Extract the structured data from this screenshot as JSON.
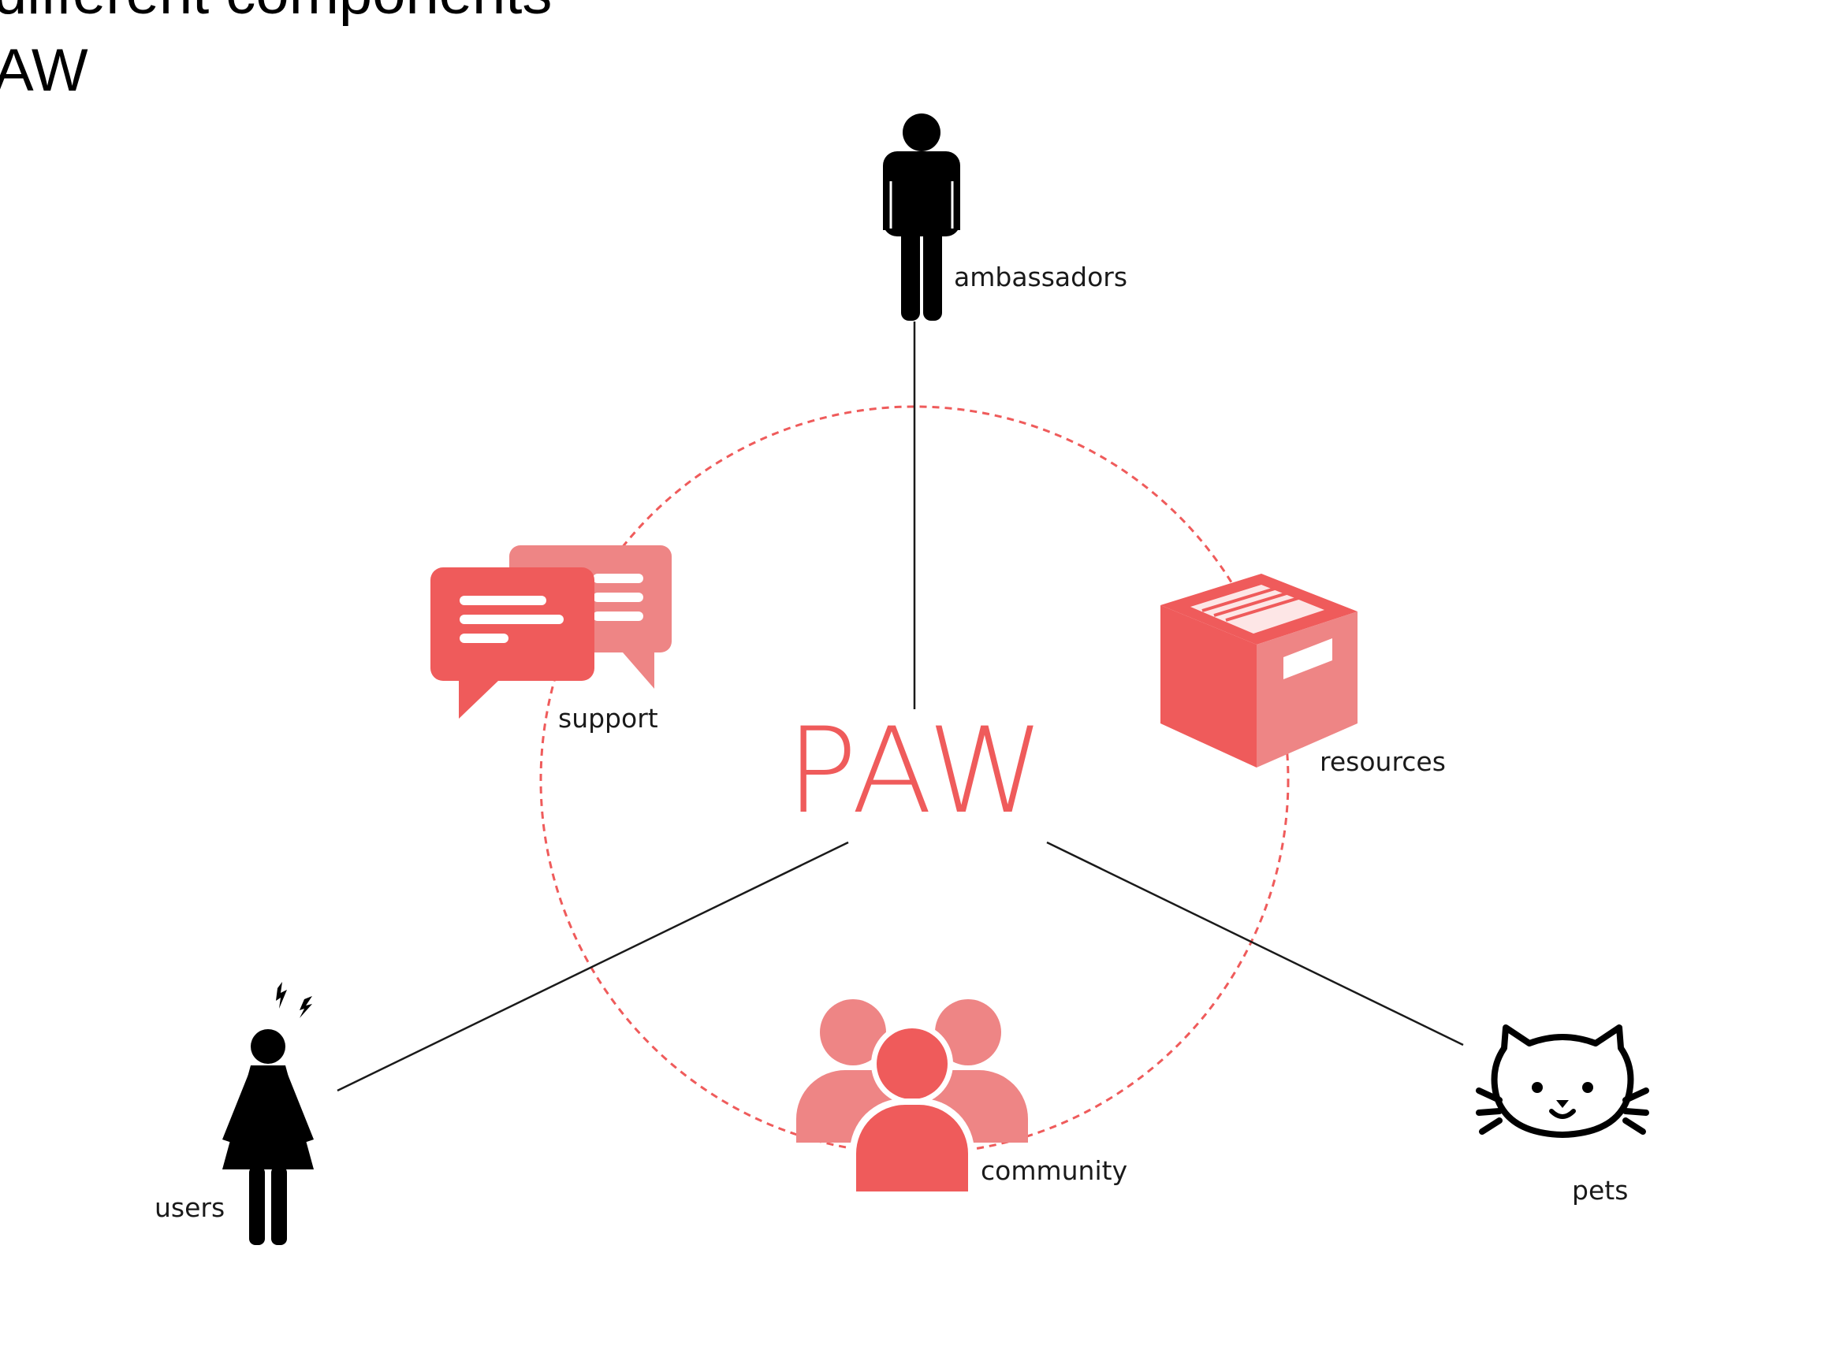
{
  "title": {
    "line1": "different components",
    "line2": "AW"
  },
  "center": {
    "text": "PAW"
  },
  "nodes": {
    "ambassadors": "ambassadors",
    "support": "support",
    "resources": "resources",
    "users": "users",
    "community": "community",
    "pets": "pets"
  },
  "icons": {
    "ambassadors": "man-figure-icon",
    "support": "chat-bubbles-icon",
    "resources": "box-icon",
    "users": "stressed-woman-icon",
    "community": "people-group-icon",
    "pets": "cat-face-icon"
  },
  "colors": {
    "accent": "#ef5b5b",
    "accent_light": "#ee8585",
    "ring": "#ef5b5b",
    "connector": "#1a1a1a"
  }
}
